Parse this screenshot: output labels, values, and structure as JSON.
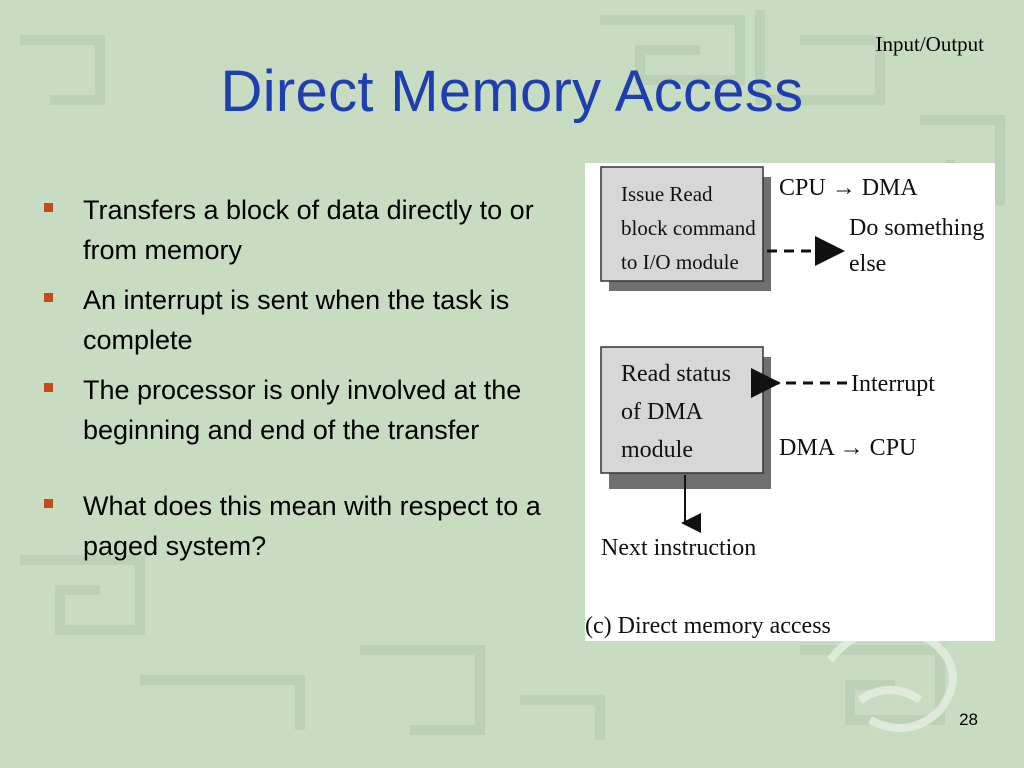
{
  "slide": {
    "header": "Input/Output",
    "title": "Direct Memory Access",
    "bullets": [
      "Transfers a block of data directly to or from memory",
      "An interrupt is sent when the task is complete",
      "The processor is only involved at the beginning and end of the transfer",
      "What does this mean with respect to a paged system?"
    ],
    "page_number": "28"
  },
  "figure": {
    "box1": {
      "lines": [
        "Issue Read",
        "block command",
        "to I/O module"
      ]
    },
    "label_cpu_dma": "CPU → DMA",
    "label_do_something": [
      "Do something",
      "else"
    ],
    "box2": {
      "lines": [
        "Read status",
        "of DMA",
        "module"
      ]
    },
    "label_interrupt": "Interrupt",
    "label_dma_cpu": "DMA → CPU",
    "label_next": "Next instruction",
    "caption": "(c) Direct memory access"
  },
  "theme": {
    "title_color": "#1f3fb0",
    "bullet_color": "#c8491b",
    "background": "#c8dcc2"
  }
}
